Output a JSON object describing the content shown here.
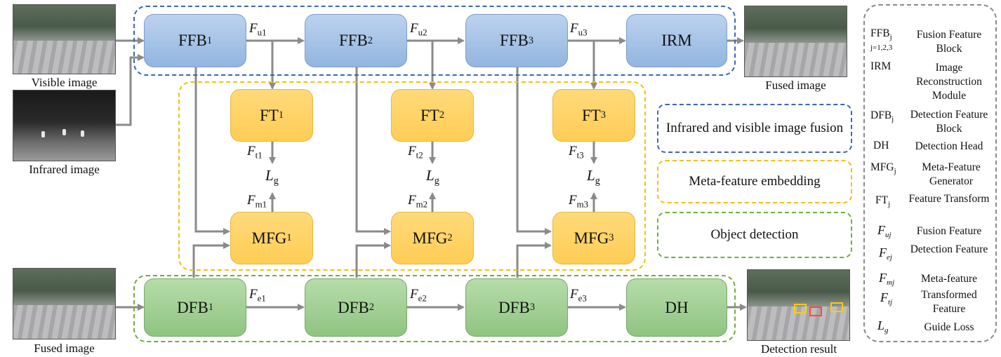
{
  "blocks": {
    "ffb": [
      {
        "name": "FFB",
        "sub": "1"
      },
      {
        "name": "FFB",
        "sub": "2"
      },
      {
        "name": "FFB",
        "sub": "3"
      }
    ],
    "irm": "IRM",
    "ft": [
      {
        "name": "FT",
        "sub": "1"
      },
      {
        "name": "FT",
        "sub": "2"
      },
      {
        "name": "FT",
        "sub": "3"
      }
    ],
    "mfg": [
      {
        "name": "MFG",
        "sub": "1"
      },
      {
        "name": "MFG",
        "sub": "2"
      },
      {
        "name": "MFG",
        "sub": "3"
      }
    ],
    "dfb": [
      {
        "name": "DFB",
        "sub": "1"
      },
      {
        "name": "DFB",
        "sub": "2"
      },
      {
        "name": "DFB",
        "sub": "3"
      }
    ],
    "dh": "DH"
  },
  "signals": {
    "fu": [
      {
        "base": "F",
        "sub": "u1"
      },
      {
        "base": "F",
        "sub": "u2"
      },
      {
        "base": "F",
        "sub": "u3"
      }
    ],
    "ft": [
      {
        "base": "F",
        "sub": "t1"
      },
      {
        "base": "F",
        "sub": "t2"
      },
      {
        "base": "F",
        "sub": "t3"
      }
    ],
    "fm": [
      {
        "base": "F",
        "sub": "m1"
      },
      {
        "base": "F",
        "sub": "m2"
      },
      {
        "base": "F",
        "sub": "m3"
      }
    ],
    "fe": [
      {
        "base": "F",
        "sub": "e1"
      },
      {
        "base": "F",
        "sub": "e2"
      },
      {
        "base": "F",
        "sub": "e3"
      }
    ],
    "lg": {
      "base": "L",
      "sub": "g"
    }
  },
  "images": {
    "visible": "Visible image",
    "infrared": "Infrared image",
    "fused_out": "Fused image",
    "fused_in": "Fused image",
    "detection": "Detection result"
  },
  "group_legend": {
    "fusion": "Infrared and visible image fusion",
    "meta": "Meta-feature embedding",
    "detection": "Object detection"
  },
  "legend": {
    "ffb_sym": "FFB",
    "ffb_sub": "j",
    "ffb_range": "j=1,2,3",
    "ffb_desc": "Fusion Feature Block",
    "irm_sym": "IRM",
    "irm_desc": "Image Reconstruction Module",
    "dfb_sym": "DFB",
    "dfb_sub": "j",
    "dfb_desc": "Detection Feature Block",
    "dh_sym": "DH",
    "dh_desc": "Detection Head",
    "mfg_sym": "MFG",
    "mfg_sub": "j",
    "mfg_desc": "Meta-Feature Generator",
    "ft_sym": "FT",
    "ft_sub": "j",
    "ft_desc": "Feature Transform",
    "fu_sym": "F",
    "fu_sub": "uj",
    "fu_desc": "Fusion Feature",
    "fe_sym": "F",
    "fe_sub": "ej",
    "fe_desc": "Detection Feature",
    "fm_sym": "F",
    "fm_sub": "mj",
    "fm_desc": "Meta-feature",
    "ftj_sym": "F",
    "ftj_sub": "tj",
    "ftj_desc": "Transformed Feature",
    "lg_sym": "L",
    "lg_sub": "g",
    "lg_desc": "Guide Loss"
  },
  "colors": {
    "fusion": "#3b63c4",
    "meta": "#f2c010",
    "detection": "#6fae3c",
    "legend_border": "#8a8a8a",
    "arrow": "#8a8a8a"
  }
}
